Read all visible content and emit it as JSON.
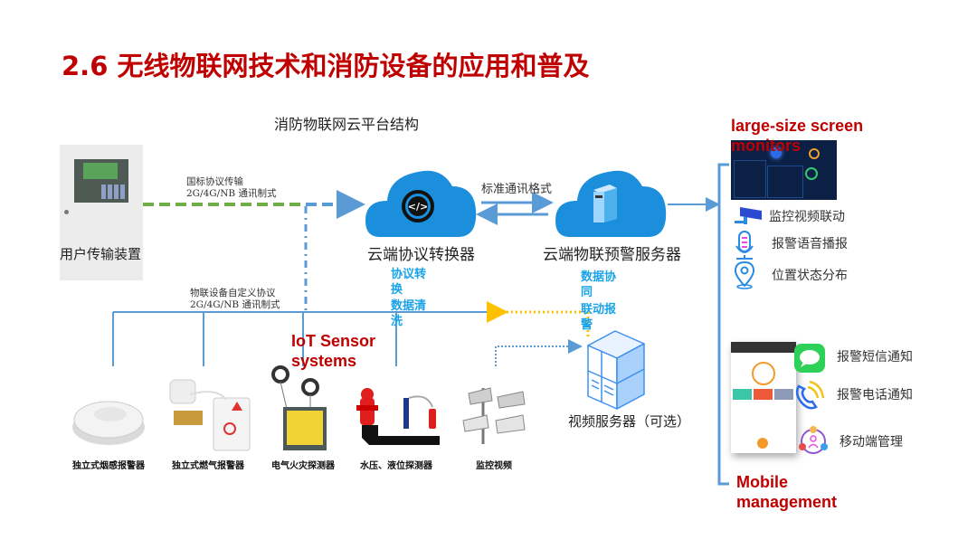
{
  "slide": {
    "title": "2.6 无线物联网技术和消防设备的应用和普及",
    "diagram_title": "消防物联网云平台结构"
  },
  "user_device": {
    "label": "用户传输装置",
    "link_label_line1": "国标协议传输",
    "link_label_line2": "2G/4G/NB 通讯制式"
  },
  "cloud_converter": {
    "label": "云端协议转换器",
    "notes": [
      "协议转换",
      "数据清洗"
    ],
    "icon": "code-sync-icon"
  },
  "standard_link": {
    "label": "标准通讯格式"
  },
  "cloud_warning_server": {
    "label": "云端物联预警服务器",
    "notes": [
      "数据协同",
      "联动报警"
    ],
    "icon": "server-tower-icon"
  },
  "iot_bus": {
    "label_line1": "物联设备自定义协议",
    "label_line2": "2G/4G/NB 通讯制式",
    "section_label": "IoT Sensor systems"
  },
  "sensors": [
    {
      "name": "独立式烟感报警器",
      "icon": "smoke-detector-icon"
    },
    {
      "name": "独立式燃气报警器",
      "icon": "gas-alarm-icon"
    },
    {
      "name": "电气火灾探测器",
      "icon": "electrical-fire-detector-icon"
    },
    {
      "name": "水压、液位探测器",
      "icon": "water-pressure-detector-icon"
    },
    {
      "name": "监控视频",
      "icon": "cctv-camera-icon"
    }
  ],
  "video_server": {
    "label": "视频服务器（可选）"
  },
  "large_screen": {
    "section_label": "large-size screen monitors",
    "features": [
      {
        "label": "监控视频联动",
        "icon": "cctv-camera-icon"
      },
      {
        "label": "报警语音播报",
        "icon": "microphone-icon"
      },
      {
        "label": "位置状态分布",
        "icon": "location-pin-icon"
      }
    ]
  },
  "mobile": {
    "section_label": "Mobile management",
    "features": [
      {
        "label": "报警短信通知",
        "icon": "message-bubble-icon"
      },
      {
        "label": "报警电话通知",
        "icon": "phone-call-icon"
      },
      {
        "label": "移动端管理",
        "icon": "user-network-icon"
      }
    ]
  },
  "colors": {
    "title_red": "#c00000",
    "cloud_blue": "#1b8fdb",
    "line_blue": "#5b9bd5",
    "dash_green": "#70ad47",
    "note_blue": "#1aa3e8",
    "dotted_yellow": "#ffc000"
  }
}
